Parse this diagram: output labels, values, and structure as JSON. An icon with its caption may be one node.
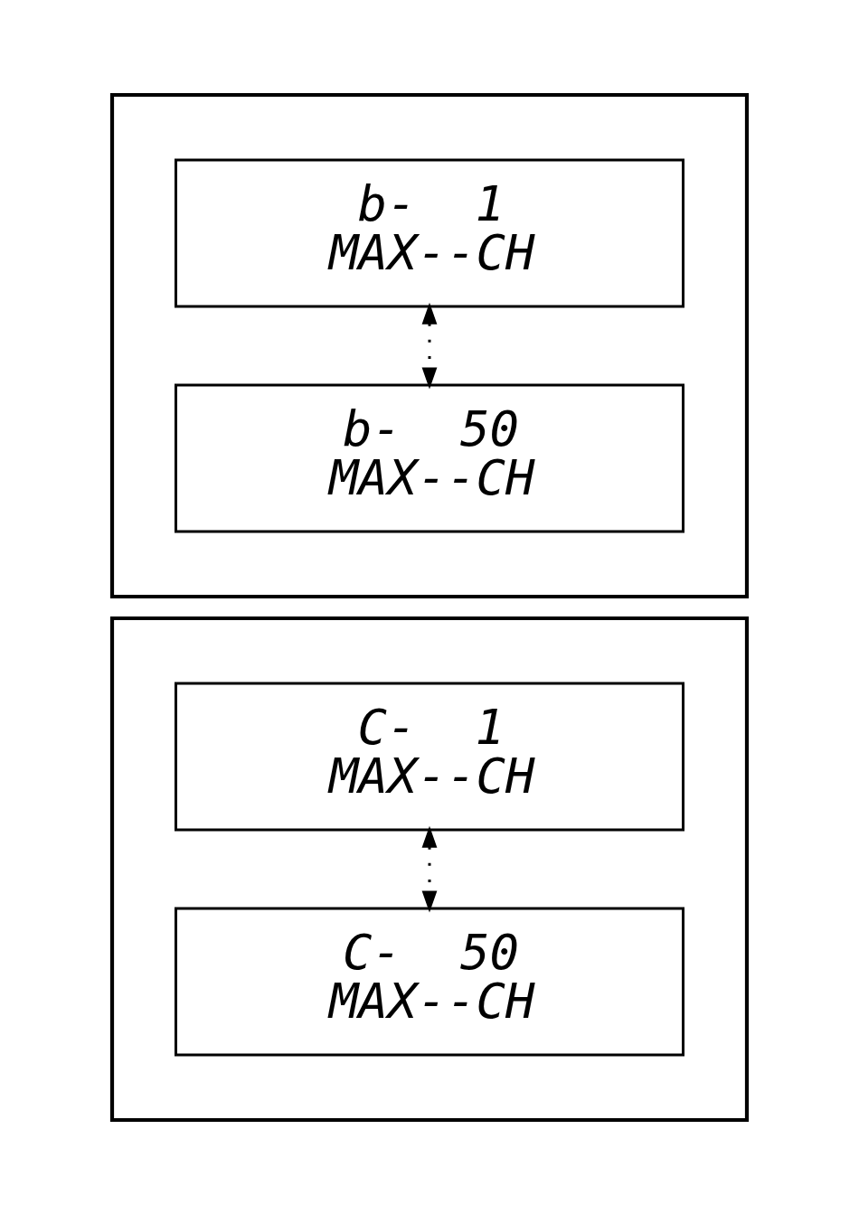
{
  "diagram": {
    "nodes": [
      {
        "text": [],
        "shape": "box"
      },
      {
        "text": [
          "b-  1",
          "MAX--CH"
        ],
        "in": 0
      },
      {
        "text": [
          "b-  50",
          "MAX--CH"
        ],
        "in": 0
      },
      {
        "text": [],
        "shape": "box"
      },
      {
        "text": [
          "C-  1",
          "MAX--CH"
        ],
        "in": 3
      },
      {
        "text": [
          "C-  50",
          "MAX--CH"
        ],
        "in": 3
      }
    ],
    "edges": [
      {
        "from": 1,
        "to": 2,
        "arrow": "both",
        "style": "dashed"
      },
      {
        "from": 4,
        "to": 5,
        "arrow": "both",
        "style": "dashed"
      }
    ]
  }
}
